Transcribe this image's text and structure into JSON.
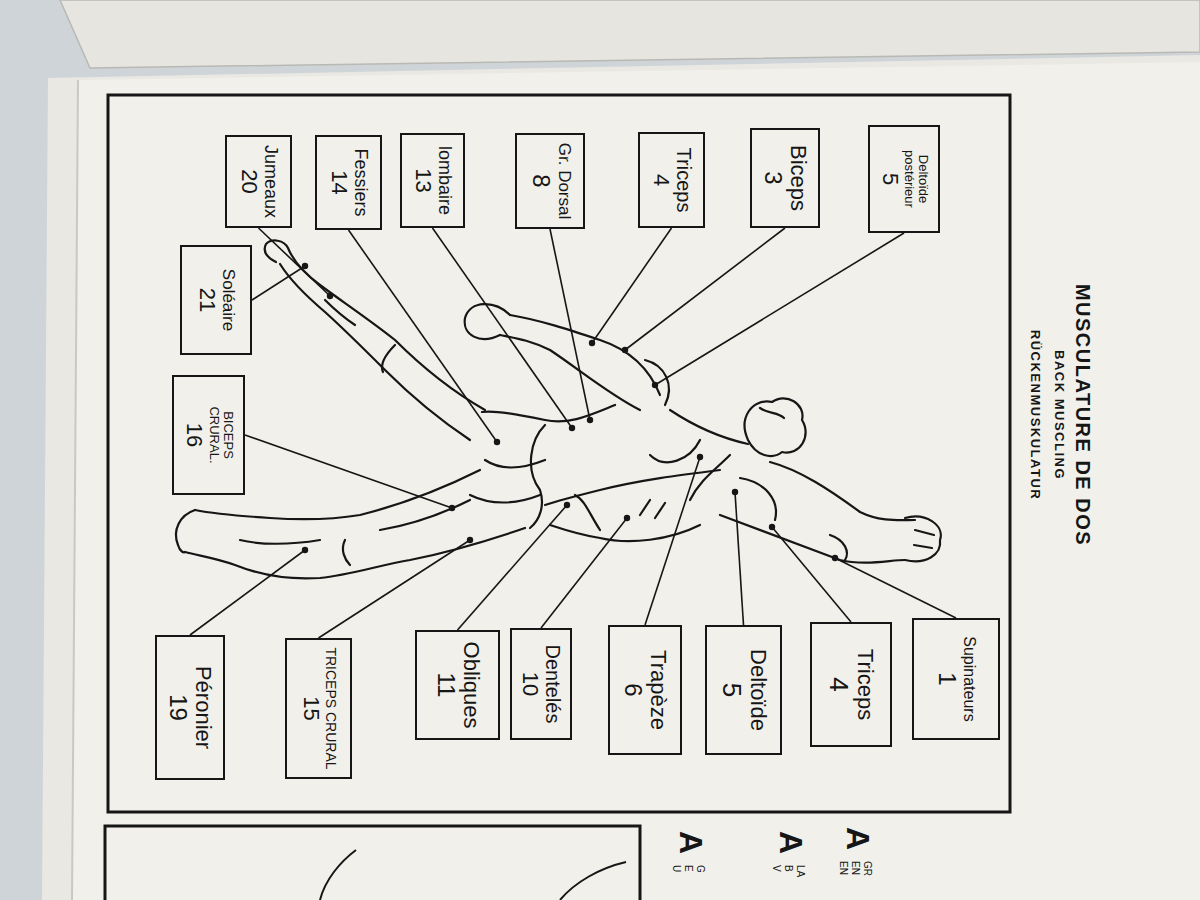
{
  "diagram": {
    "title": "MUSCULATURE DE DOS",
    "nodes": [
      {
        "text": [
          "Deltoïde postérieur",
          "5"
        ]
      },
      {
        "text": [
          "Biceps",
          "3"
        ]
      },
      {
        "text": [
          "Triceps",
          "4"
        ]
      },
      {
        "text": [
          "Gr. Dorsal",
          "8"
        ]
      },
      {
        "text": [
          "lombaire",
          "13"
        ]
      },
      {
        "text": [
          "Fessiers",
          "14"
        ]
      },
      {
        "text": [
          "Jumeaux",
          "20"
        ]
      },
      {
        "text": [
          "Soléaire",
          "21"
        ]
      },
      {
        "text": [
          "BICEPS CRURAL.",
          "16"
        ]
      },
      {
        "text": [
          "Supinateurs",
          "1"
        ]
      },
      {
        "text": [
          "Triceps",
          "4"
        ]
      },
      {
        "text": [
          "Deltoïde",
          "5"
        ]
      },
      {
        "text": [
          "Trapèze",
          "6"
        ]
      },
      {
        "text": [
          "Dentelés",
          "10"
        ]
      },
      {
        "text": [
          "Obliques",
          "11"
        ]
      },
      {
        "text": [
          "TRICEPS CRURAL",
          "15"
        ]
      },
      {
        "text": [
          "Péronier",
          "19"
        ]
      }
    ],
    "labels": [
      "BACK MUSCLING",
      "RÜCKENMUSKULATUR",
      "A",
      "A",
      "A",
      "GR",
      "EN",
      "EN",
      "LA",
      "B",
      "V",
      "G",
      "E",
      "U"
    ]
  }
}
